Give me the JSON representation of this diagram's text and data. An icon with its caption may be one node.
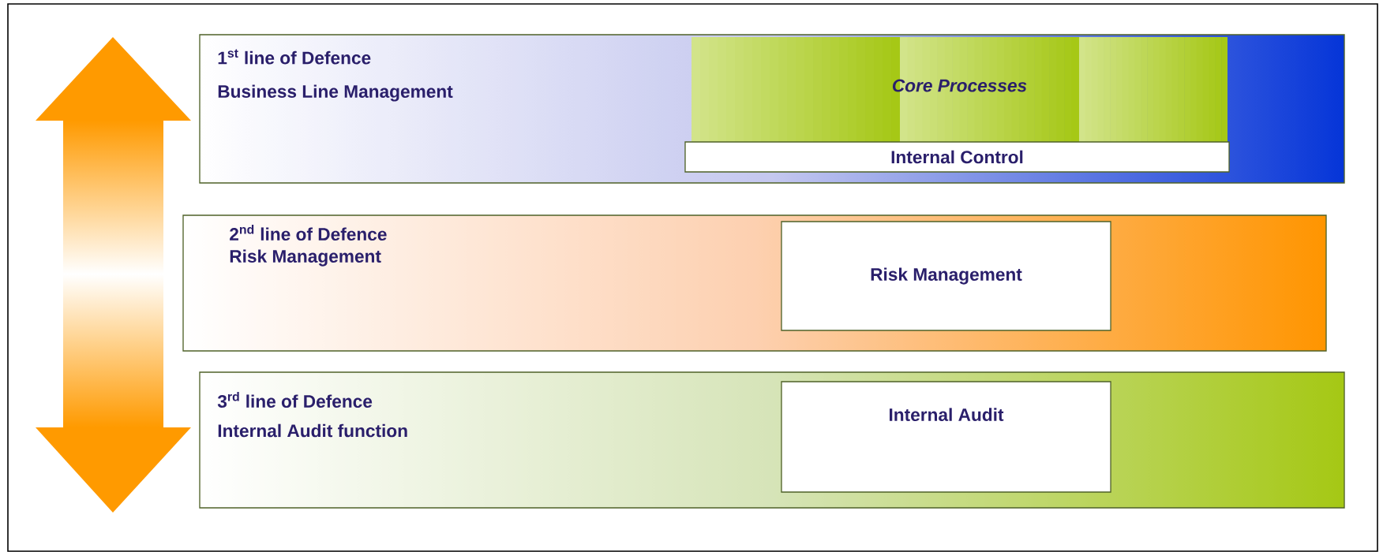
{
  "diagram": {
    "nodes": [
      {
        "text": [
          "1$^{st}$ line of Defence",
          "Business Line Management"
        ]
      },
      {
        "text": [
          "Core Processes"
        ],
        "in": 0
      },
      {
        "text": [
          "Internal Control"
        ],
        "in": 0
      },
      {
        "text": [
          "2$^{nd}$ line of Defence",
          "Risk Management"
        ]
      },
      {
        "text": [
          "Risk Management"
        ],
        "in": 3
      },
      {
        "text": [
          "3$^{rd}$ line of Defence",
          "Internal Audit function"
        ]
      },
      {
        "text": [
          "Internal Audit"
        ],
        "in": 5
      }
    ],
    "edges": []
  }
}
